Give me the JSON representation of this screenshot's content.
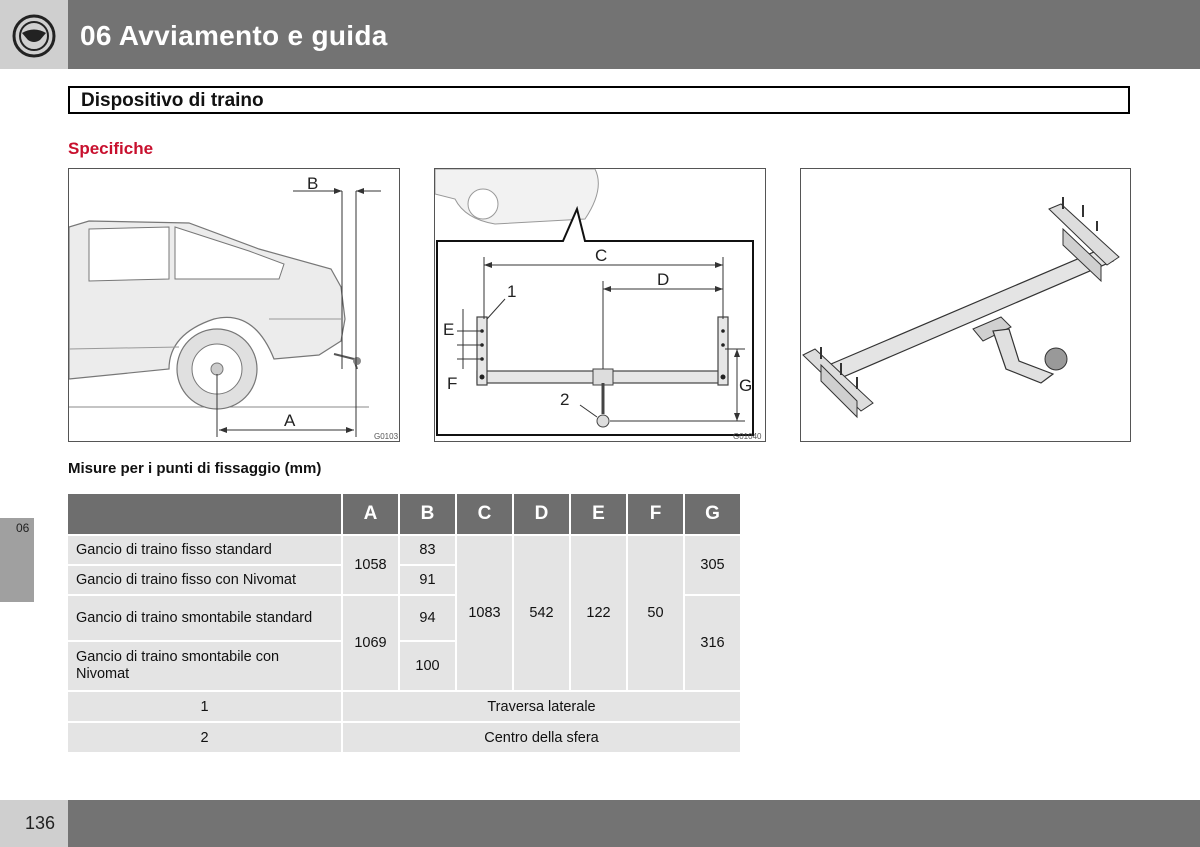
{
  "header": {
    "title": "06 Avviamento e guida"
  },
  "section": {
    "title": "Dispositivo di traino"
  },
  "subheading": "Specifiche",
  "figures": {
    "fig1": {
      "label_a": "A",
      "label_b": "B",
      "code": "G0103"
    },
    "fig2": {
      "label_c": "C",
      "label_d": "D",
      "label_e": "E",
      "label_f": "F",
      "label_g": "G",
      "label_1": "1",
      "label_2": "2",
      "code": "G01040"
    },
    "fig3": {
      "code": ""
    }
  },
  "table_title": "Misure per i punti di fissaggio (mm)",
  "side_tab": {
    "label": "06"
  },
  "table": {
    "headers": [
      "",
      "A",
      "B",
      "C",
      "D",
      "E",
      "F",
      "G"
    ],
    "rows": [
      {
        "label": "Gancio di traino fisso standard",
        "b": "83"
      },
      {
        "label": "Gancio di traino fisso con Nivomat",
        "b": "91"
      },
      {
        "label": "Gancio di traino smontabile standard",
        "b": "94"
      },
      {
        "label": "Gancio di traino smontabile con Nivomat",
        "b": "100"
      }
    ],
    "a_values": [
      "1058",
      "1069"
    ],
    "c": "1083",
    "d": "542",
    "e": "122",
    "f": "50",
    "g_values": [
      "305",
      "316"
    ],
    "legend": [
      {
        "num": "1",
        "text": "Traversa laterale"
      },
      {
        "num": "2",
        "text": "Centro della sfera"
      }
    ]
  },
  "footer": {
    "page_number": "136"
  }
}
